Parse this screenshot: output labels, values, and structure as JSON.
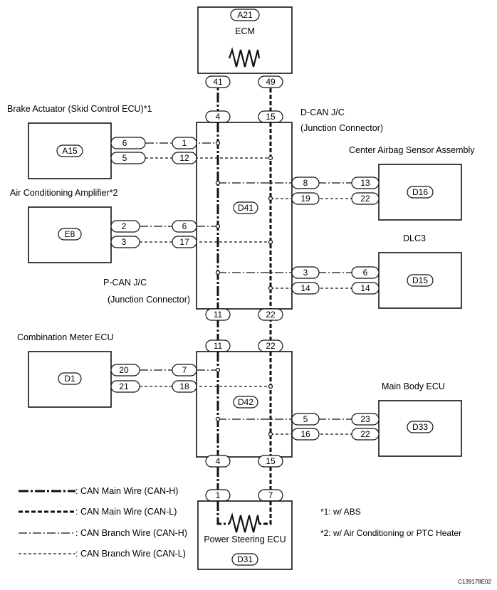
{
  "ecm": {
    "code": "A21",
    "name": "ECM",
    "pins": [
      "41",
      "49"
    ]
  },
  "dcan": {
    "pins_top": [
      "4",
      "15"
    ],
    "label_line1": "D-CAN J/C",
    "label_line2": "(Junction Connector)"
  },
  "d41": {
    "code": "D41",
    "pins_bottom": [
      "11",
      "22"
    ]
  },
  "pcan": {
    "label_line1": "P-CAN J/C",
    "label_line2": "(Junction Connector)"
  },
  "brake": {
    "title": "Brake Actuator (Skid Control ECU)*1",
    "code": "A15",
    "pins_ecu": [
      "6",
      "5"
    ],
    "pins_jc": [
      "1",
      "12"
    ]
  },
  "ac": {
    "title": "Air Conditioning Amplifier*2",
    "code": "E8",
    "pins_ecu": [
      "2",
      "3"
    ],
    "pins_jc": [
      "6",
      "17"
    ]
  },
  "airbag": {
    "title": "Center Airbag Sensor Assembly",
    "code": "D16",
    "pins_jc": [
      "8",
      "19"
    ],
    "pins_ecu": [
      "13",
      "22"
    ]
  },
  "dlc3": {
    "title": "DLC3",
    "code": "D15",
    "pins_jc": [
      "3",
      "14"
    ],
    "pins_ecu": [
      "6",
      "14"
    ]
  },
  "meter": {
    "title": "Combination Meter ECU",
    "code": "D1",
    "pins_ecu": [
      "20",
      "21"
    ],
    "pins_jc": [
      "7",
      "18"
    ]
  },
  "d42": {
    "code": "D42",
    "pins_top": [
      "11",
      "22"
    ],
    "pins_bottom": [
      "4",
      "15"
    ]
  },
  "mainbody": {
    "title": "Main Body ECU",
    "code": "D33",
    "pins_jc": [
      "5",
      "16"
    ],
    "pins_ecu": [
      "23",
      "22"
    ]
  },
  "ps": {
    "name": "Power Steering ECU",
    "code": "D31",
    "pins": [
      "1",
      "7"
    ]
  },
  "legend": [
    {
      "style": "main-h",
      "text": ": CAN Main Wire (CAN-H)"
    },
    {
      "style": "main-l",
      "text": ": CAN Main Wire (CAN-L)"
    },
    {
      "style": "branch-h",
      "text": ": CAN Branch Wire (CAN-H)"
    },
    {
      "style": "branch-l",
      "text": ": CAN Branch Wire (CAN-L)"
    }
  ],
  "notes": [
    "*1: w/ ABS",
    "*2: w/ Air Conditioning or PTC Heater"
  ],
  "figure_id": "C139178E02"
}
